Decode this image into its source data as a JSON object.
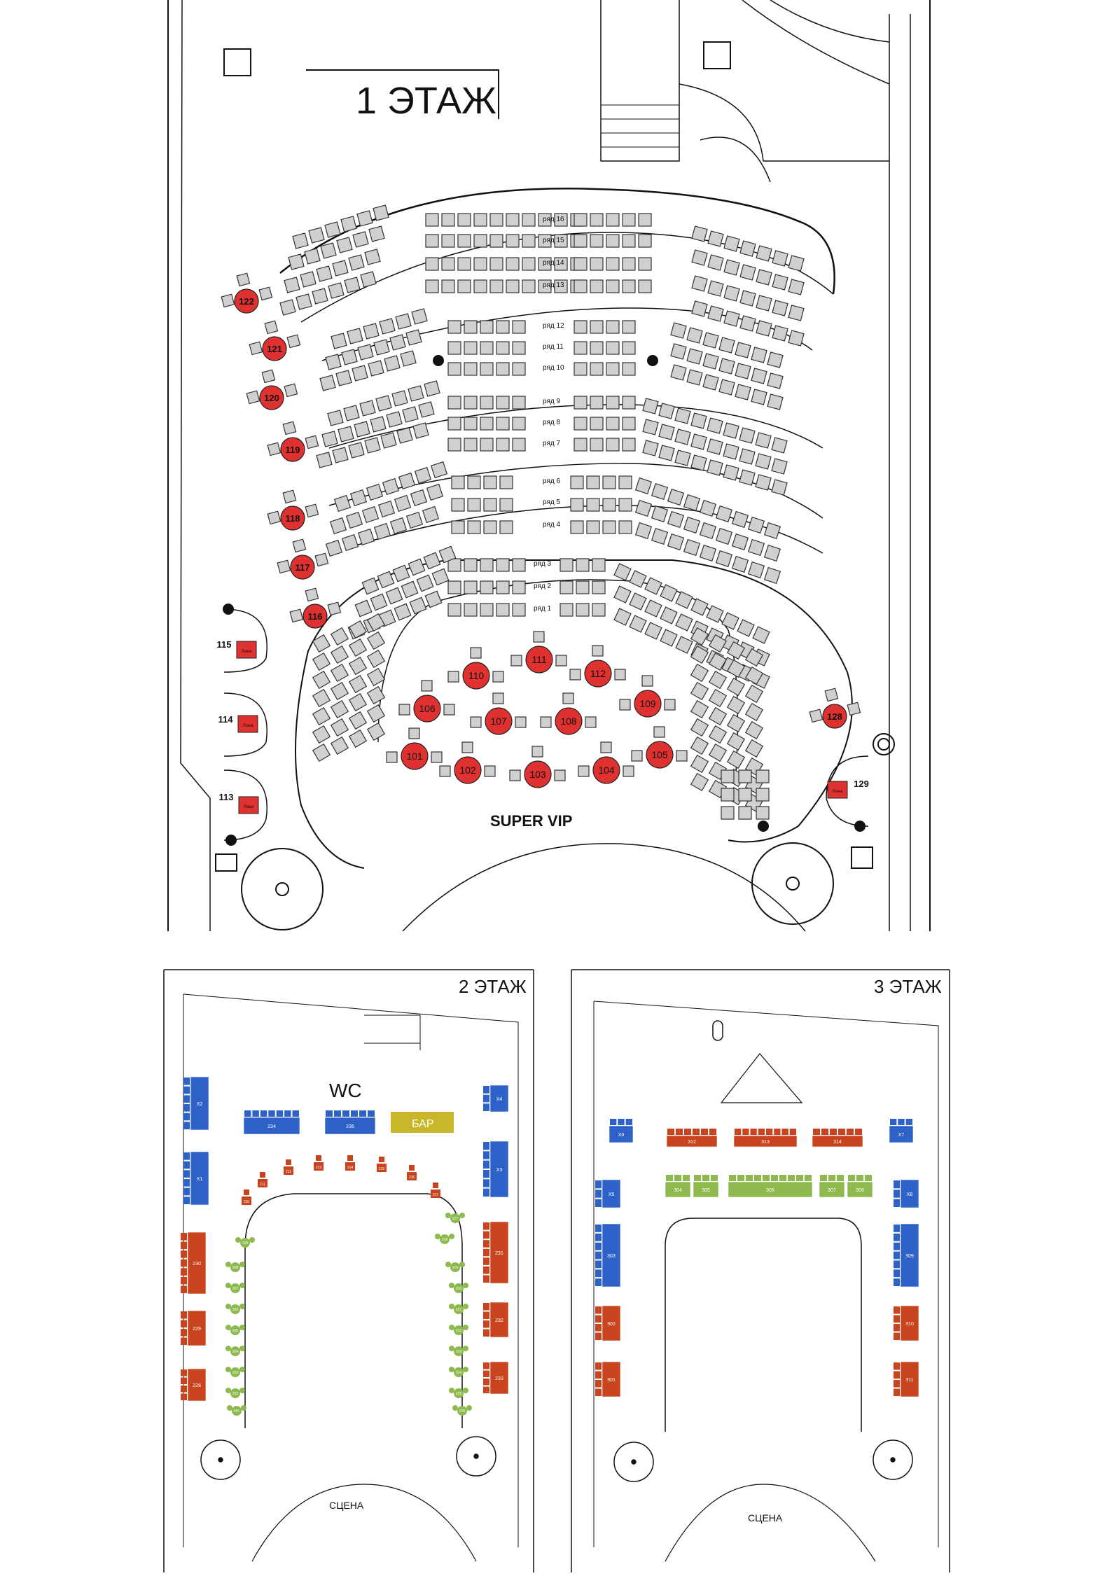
{
  "floor1": {
    "title": "1 ЭТАЖ",
    "row_labels": [
      "ряд 16",
      "ряд 15",
      "ряд 14",
      "ряд 13",
      "ряд 12",
      "ряд 11",
      "ряд 10",
      "ряд 9",
      "ряд 8",
      "ряд 7",
      "ряд 6",
      "ряд 5",
      "ряд 4",
      "ряд 3",
      "ряд 2",
      "ряд 1"
    ],
    "super_vip_label": "SUPER VIP",
    "vip_tables": [
      "101",
      "102",
      "103",
      "104",
      "105",
      "106",
      "107",
      "108",
      "109",
      "110",
      "111",
      "112"
    ],
    "side_tables": [
      "116",
      "117",
      "118",
      "119",
      "120",
      "121",
      "122",
      "128"
    ],
    "boxes": [
      "113",
      "114",
      "115",
      "129"
    ],
    "box_tag": "Ложа"
  },
  "floor2": {
    "title": "2 ЭТАЖ",
    "wc": "WC",
    "bar": "БАР",
    "stage": "СЦЕНА",
    "blue_boxes": [
      "X1",
      "X2",
      "X3",
      "X4",
      "234",
      "236"
    ],
    "red_boxes": [
      "228",
      "229",
      "230",
      "231",
      "232",
      "233"
    ],
    "top_tables": [
      "210",
      "211",
      "212",
      "213",
      "214",
      "215",
      "216",
      "217"
    ],
    "green_tables": [
      "201",
      "202",
      "203",
      "204",
      "205",
      "206",
      "207",
      "208",
      "209",
      "218",
      "219",
      "220",
      "221",
      "222",
      "223",
      "224",
      "225",
      "226",
      "227"
    ]
  },
  "floor3": {
    "title": "3 ЭТАЖ",
    "stage": "СЦЕНА",
    "blue_boxes": [
      "X5",
      "X6",
      "X7",
      "X8",
      "303",
      "309"
    ],
    "red_boxes": [
      "301",
      "302",
      "310",
      "311",
      "312",
      "313",
      "314"
    ],
    "green_boxes": [
      "304",
      "305",
      "306",
      "307",
      "308"
    ]
  },
  "colors": {
    "vip_red": "#e03131",
    "box_blue": "#2f62c8",
    "box_red": "#c8441e",
    "green": "#8db94e",
    "bar_yellow": "#c9b62a",
    "seat_gray": "#d0d0d0"
  }
}
